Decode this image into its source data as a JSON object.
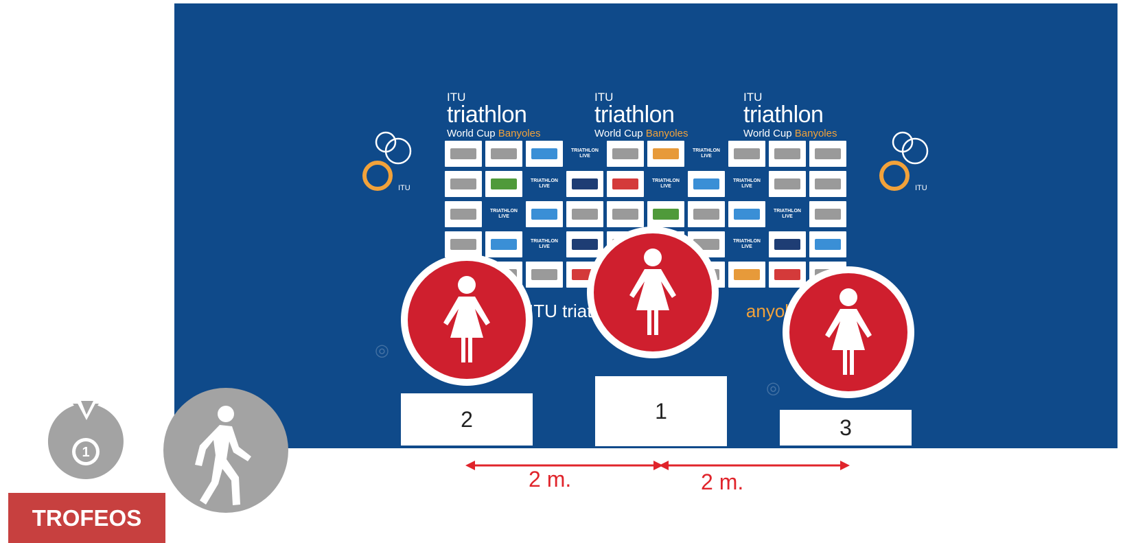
{
  "logos": [
    {
      "itu": "ITU",
      "name": "triathlon",
      "event_prefix": "World Cup",
      "city": "Banyoles"
    },
    {
      "itu": "ITU",
      "name": "triathlon",
      "event_prefix": "World Cup",
      "city": "Banyoles"
    },
    {
      "itu": "ITU",
      "name": "triathlon",
      "event_prefix": "World Cup",
      "city": "Banyoles"
    }
  ],
  "itu_mark_label": "ITU",
  "sponsor_tile_label": "TRIATHLON LIVE",
  "baseline": {
    "prefix": "ITU triath",
    "city": "anyoles"
  },
  "podium": [
    {
      "rank": "2"
    },
    {
      "rank": "1"
    },
    {
      "rank": "3"
    }
  ],
  "distances": [
    "2 m.",
    "2 m."
  ],
  "icons": [
    "person-icon",
    "medal-icon",
    "walking-person-icon",
    "itu-rings-icon",
    "double-arrow-icon"
  ],
  "legend": {
    "label": "TROFEOS"
  },
  "colors": {
    "backdrop": "#0f4a8a",
    "circle": "#cf1f2e",
    "accent": "#f2a23a",
    "arrow": "#e0242b",
    "legend": "#c7403f",
    "grey": "#a3a3a3"
  }
}
